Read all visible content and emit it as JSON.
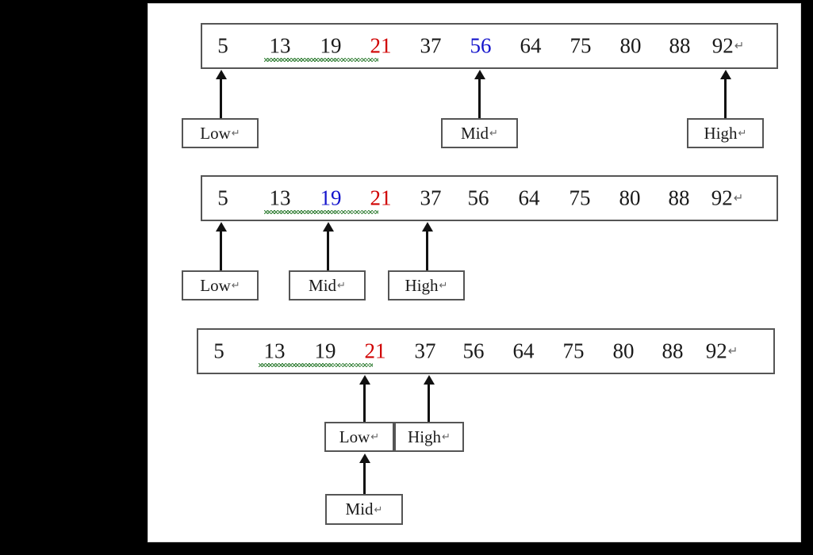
{
  "figure": {
    "title": "Binary search trace diagram",
    "pilcrow": "↵",
    "colors": {
      "default_text": "#1a1a1a",
      "highlight_red": "#d00000",
      "highlight_blue": "#1414cc",
      "box_border": "#555555",
      "arrow": "#111111",
      "spellcheck_underline": "#2f7d32",
      "page_background": "#ffffff",
      "canvas_background": "#000000"
    }
  },
  "steps": [
    {
      "id": "step-1",
      "array": {
        "values": [
          "5",
          "13",
          "19",
          "21",
          "37",
          "56",
          "64",
          "75",
          "80",
          "88",
          "92"
        ],
        "colors": [
          "default",
          "default",
          "default",
          "red",
          "default",
          "blue",
          "default",
          "default",
          "default",
          "default",
          "default"
        ],
        "trailing_mark": "↵",
        "spellcheck_span": [
          "13",
          "19"
        ]
      },
      "pointers": [
        {
          "label": "Low",
          "target_value": "5",
          "trailing_mark": "↵"
        },
        {
          "label": "Mid",
          "target_value": "56",
          "trailing_mark": "↵"
        },
        {
          "label": "High",
          "target_value": "92",
          "trailing_mark": "↵"
        }
      ]
    },
    {
      "id": "step-2",
      "array": {
        "values": [
          "5",
          "13",
          "19",
          "21",
          "37",
          "56",
          "64",
          "75",
          "80",
          "88",
          "92"
        ],
        "colors": [
          "default",
          "default",
          "blue",
          "red",
          "default",
          "default",
          "default",
          "default",
          "default",
          "default",
          "default"
        ],
        "trailing_mark": "↵",
        "spellcheck_span": [
          "13",
          "19"
        ]
      },
      "pointers": [
        {
          "label": "Low",
          "target_value": "5",
          "trailing_mark": "↵"
        },
        {
          "label": "Mid",
          "target_value": "19",
          "trailing_mark": "↵"
        },
        {
          "label": "High",
          "target_value": "37",
          "trailing_mark": "↵"
        }
      ]
    },
    {
      "id": "step-3",
      "array": {
        "values": [
          "5",
          "13",
          "19",
          "21",
          "37",
          "56",
          "64",
          "75",
          "80",
          "88",
          "92"
        ],
        "colors": [
          "default",
          "default",
          "default",
          "red",
          "default",
          "default",
          "default",
          "default",
          "default",
          "default",
          "default"
        ],
        "trailing_mark": "↵",
        "spellcheck_span": [
          "13",
          "19"
        ]
      },
      "pointers": [
        {
          "label": "Low",
          "target_value": "21",
          "trailing_mark": "↵"
        },
        {
          "label": "High",
          "target_value": "37",
          "trailing_mark": "↵"
        },
        {
          "label": "Mid",
          "target_value": "21",
          "trailing_mark": "↵"
        }
      ]
    }
  ]
}
